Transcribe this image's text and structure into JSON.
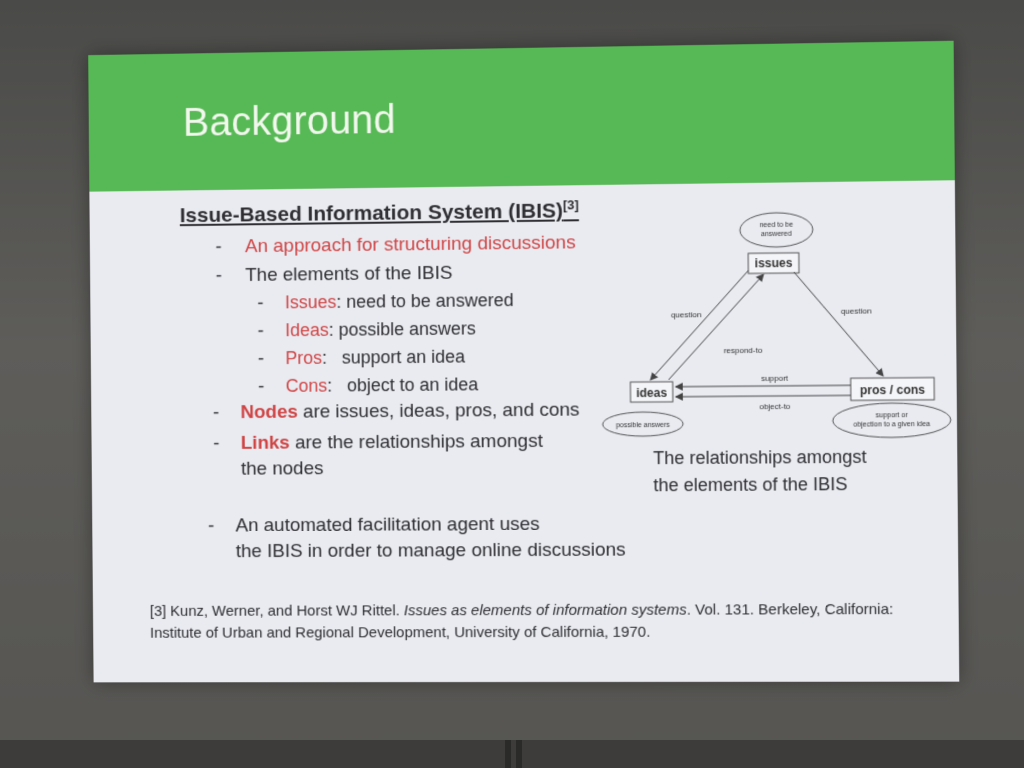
{
  "slide": {
    "title": "Background",
    "heading": "Issue-Based Information System (IBIS)",
    "heading_ref": "[3]",
    "bullets": {
      "b1": "An approach for structuring discussions",
      "b2": "The elements of the IBIS",
      "issues_term": "Issues",
      "issues_desc": ": need to be answered",
      "ideas_term": "Ideas",
      "ideas_desc": ":  possible answers",
      "pros_term": "Pros",
      "pros_desc": ":   support an idea",
      "cons_term": "Cons",
      "cons_desc": ":   object to an idea",
      "nodes_term": "Nodes",
      "nodes_desc": " are issues, ideas, pros, and cons",
      "links_term": "Links",
      "links_desc": " are the relationships amongst",
      "links_desc2": "the nodes",
      "agent_line1": "An automated facilitation agent uses",
      "agent_line2": "the IBIS in order to manage online discussions"
    },
    "dash": "-",
    "diagram": {
      "issues": "issues",
      "ideas": "ideas",
      "pros_cons": "pros / cons",
      "need_line1": "need to be",
      "need_line2": "answered",
      "possible_answers": "possible answers",
      "support_line1": "support or",
      "support_line2": "objection to a given idea",
      "question_left": "question",
      "question_right": "question",
      "respond_to": "respond-to",
      "support": "support",
      "object_to": "object-to"
    },
    "caption_line1": "The relationships amongst",
    "caption_line2": "the elements of the IBIS",
    "reference": {
      "prefix": "[3] Kunz, Werner, and Horst WJ Rittel. ",
      "title_italic": "Issues as elements of information systems",
      "suffix": ". Vol. 131. Berkeley, California: Institute of Urban and Regional Development, University of California, 1970."
    }
  },
  "colors": {
    "header_green": "#57b955",
    "accent_red": "#d04444",
    "slide_bg": "#e9ebf1"
  }
}
